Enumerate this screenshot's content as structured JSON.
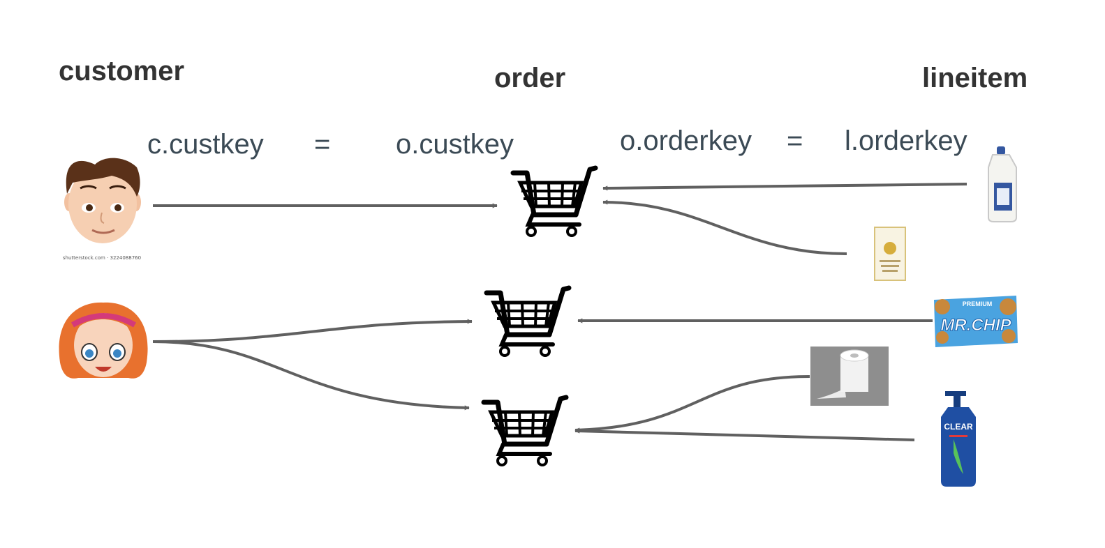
{
  "titles": {
    "customer": "customer",
    "order": "order",
    "lineitem": "lineitem"
  },
  "join1": {
    "left": "c.custkey",
    "op": "=",
    "right": "o.custkey"
  },
  "join2": {
    "left": "o.orderkey",
    "op": "=",
    "right": "l.orderkey"
  },
  "customers": [
    {
      "icon": "boy-avatar-icon",
      "credit": "shutterstock.com · 3224088760"
    },
    {
      "icon": "girl-avatar-icon"
    }
  ],
  "orders": [
    {
      "icon": "shopping-cart-icon"
    },
    {
      "icon": "shopping-cart-icon"
    },
    {
      "icon": "shopping-cart-icon"
    }
  ],
  "lineitems": [
    {
      "icon": "milk-jug-icon"
    },
    {
      "icon": "cigarette-pack-icon"
    },
    {
      "icon": "cookie-bag-icon",
      "label": "MR.CHIP",
      "sublabel": "PREMIUM"
    },
    {
      "icon": "toilet-paper-icon"
    },
    {
      "icon": "shampoo-bottle-icon",
      "label": "CLEAR"
    }
  ],
  "colors": {
    "arrow": "#606060",
    "title": "#333333",
    "equation": "#3b4a55",
    "shampoo": "#1f4fa3",
    "chip_bag": "#4aa3e0"
  }
}
